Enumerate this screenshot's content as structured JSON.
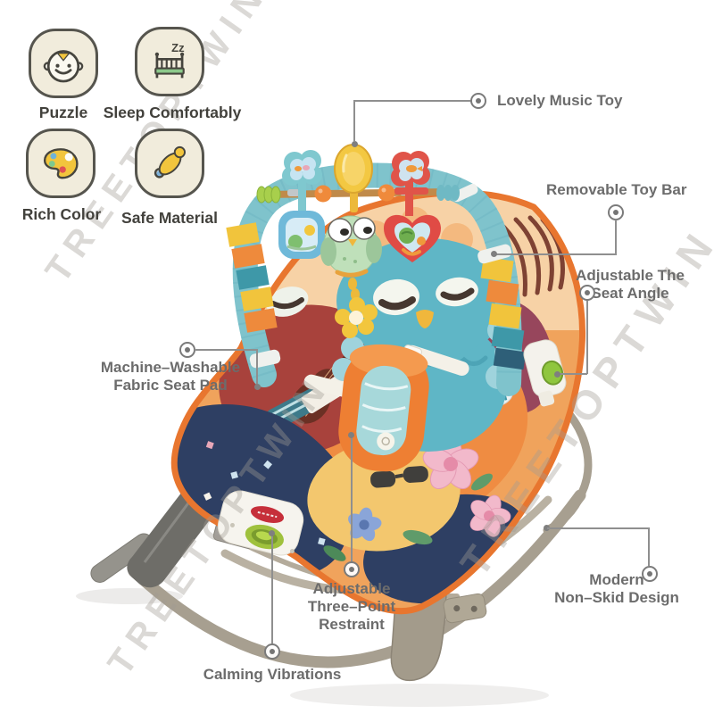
{
  "watermark": {
    "text": "TREETOPTWIN"
  },
  "badges": {
    "items": [
      {
        "id": "puzzle",
        "icon": "baby-face-icon",
        "label": "Puzzle"
      },
      {
        "id": "sleep-comfortably",
        "icon": "crib-icon",
        "icon_text": "Zz",
        "label": "Sleep Comfortably"
      },
      {
        "id": "rich-color",
        "icon": "palette-icon",
        "label": "Rich Color"
      },
      {
        "id": "safe-material",
        "icon": "pacifier-icon",
        "label": "Safe Material"
      }
    ]
  },
  "annotations": {
    "lovely_music_toy": {
      "label": "Lovely Music Toy"
    },
    "removable_toy_bar": {
      "label": "Removable Toy Bar"
    },
    "adjustable_seat_angle": {
      "line1": "Adjustable The",
      "line2": "Seat Angle"
    },
    "machine_washable": {
      "line1": "Machine–Washable",
      "line2": "Fabric Seat Pad"
    },
    "three_point_restraint": {
      "line1": "Adjustable",
      "line2": "Three–Point",
      "line3": "Restraint"
    },
    "modern_non_skid": {
      "line1": "Modern",
      "line2": "Non–Skid Design"
    },
    "calming_vibrations": {
      "label": "Calming Vibrations"
    }
  },
  "colors": {
    "piping_orange": "#e8762f",
    "toy_bar_teal": "#7fc3cc",
    "owl_teal": "#5fb6c6",
    "frame_taupe": "#a79f90",
    "button_green": "#8fc63e",
    "annotation_gray": "#7b7b7b",
    "badge_bg": "#f1ecdc",
    "watermark_gray": "#a09a92"
  }
}
